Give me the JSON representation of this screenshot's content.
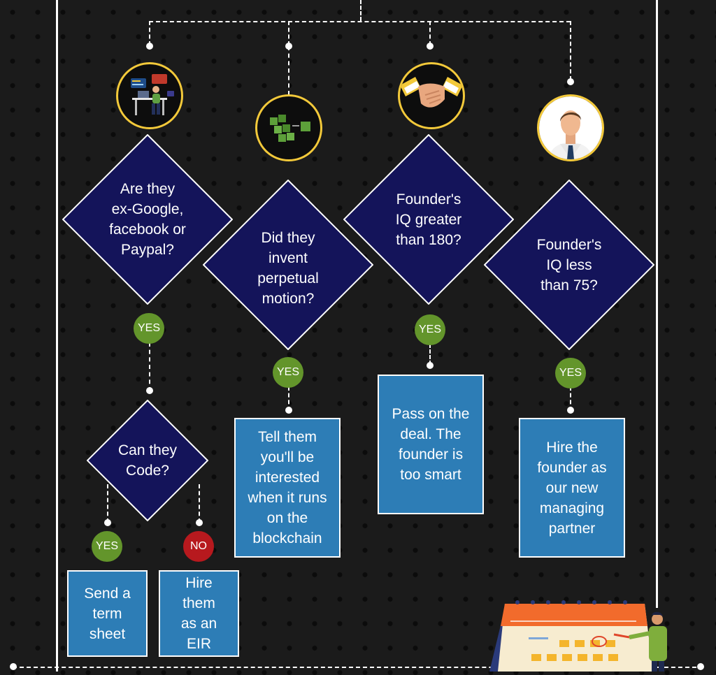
{
  "questions": {
    "q1": "Are they\nex-Google,\nfacebook or\nPaypal?",
    "q2": "Did they\ninvent\nperpetual\nmotion?",
    "q3": "Founder's\nIQ greater\nthan 180?",
    "q4": "Founder's\nIQ less\nthan 75?",
    "q5": "Can they\nCode?"
  },
  "badges": {
    "yes": "YES",
    "no": "NO"
  },
  "results": {
    "r1": "Tell them\nyou'll be\ninterested\nwhen it runs\non the\nblockchain",
    "r2": "Pass on the\ndeal. The\nfounder is\ntoo smart",
    "r3": "Hire the\nfounder as\nour new\nmanaging\npartner",
    "r4": "Send a\nterm\nsheet",
    "r5": "Hire\nthem\nas an\nEIR"
  },
  "icons": [
    "programmer-icon",
    "blocks-icon",
    "handshake-icon",
    "businessman-icon",
    "calendar-icon"
  ],
  "colors": {
    "diamond": "#14145a",
    "result_box": "#2d7db6",
    "yes": "#63952b",
    "no": "#b7191e",
    "icon_ring": "#f3c93a"
  }
}
